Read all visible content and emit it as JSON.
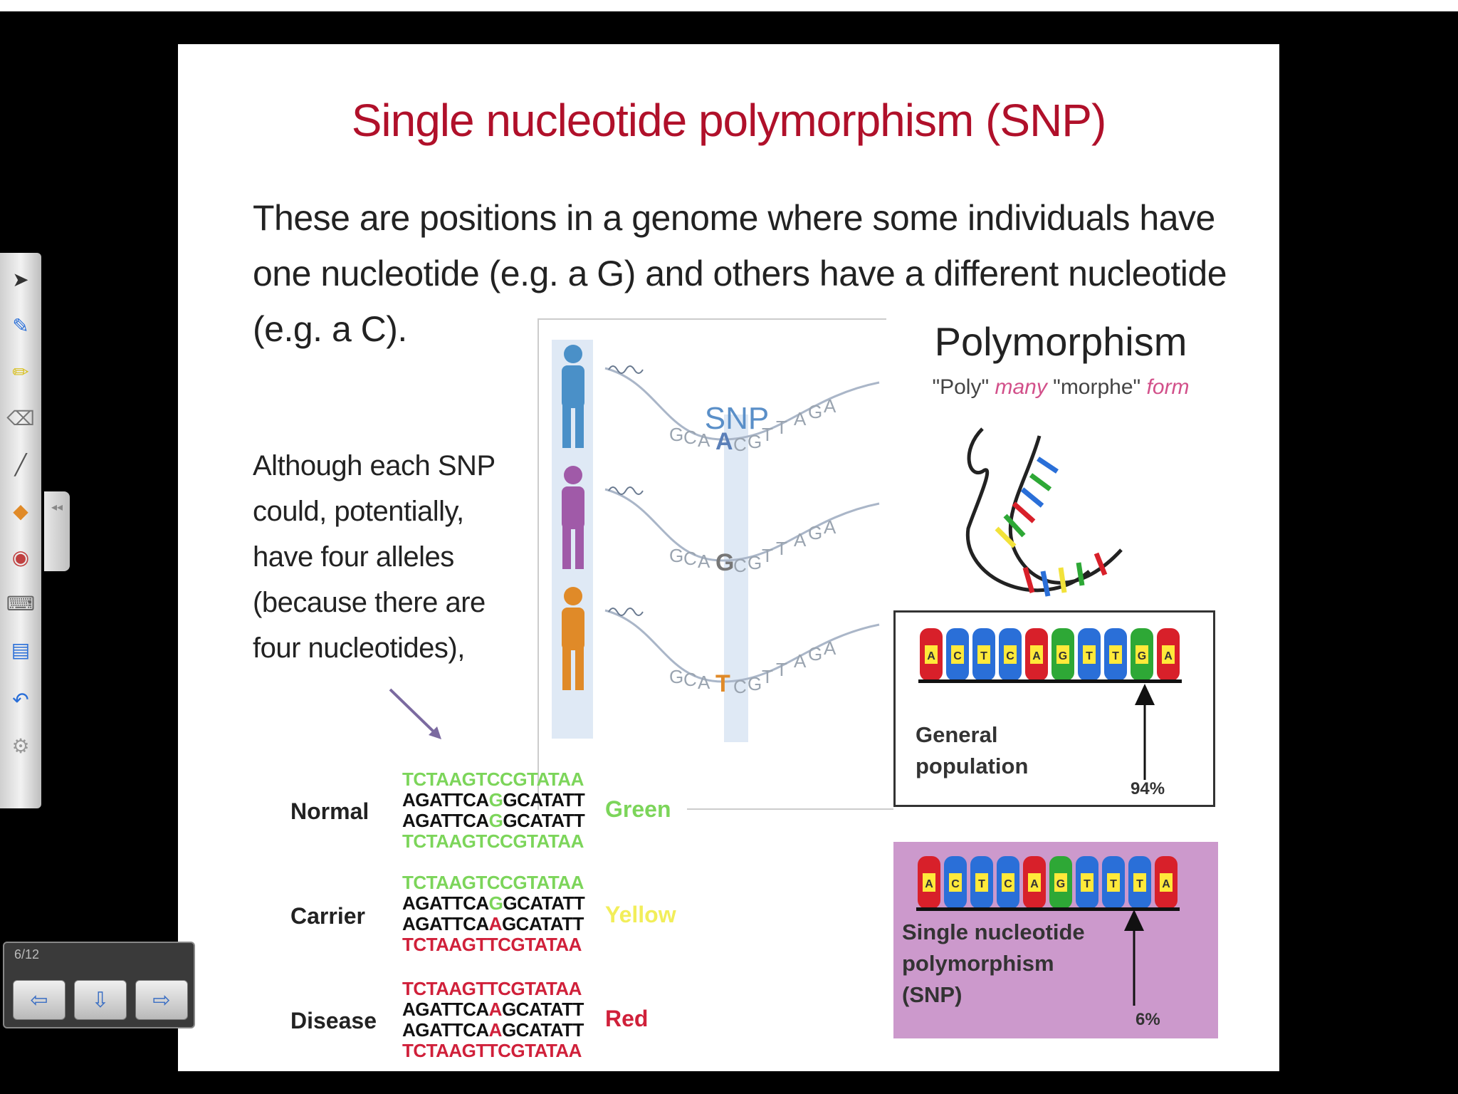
{
  "slide": {
    "title": "Single nucleotide polymorphism (SNP)",
    "intro_lines": [
      "These are positions in a genome where some individuals have",
      "one nucleotide (e.g. a G) and others have a different nucleotide",
      "(e.g. a C)."
    ],
    "although_lines": [
      "Although each SNP",
      "could, potentially,",
      "have four alleles",
      "(because there are",
      "four nucleotides),"
    ]
  },
  "snp_figure": {
    "label": "SNP",
    "sequences": [
      {
        "left": "GCA",
        "snp": "A",
        "right": "CGTTAGA",
        "person_color": "#4a90c8",
        "snp_color": "#5a7fb8"
      },
      {
        "left": "GCA",
        "snp": "G",
        "right": "CGTTAGA",
        "person_color": "#a05aa8",
        "snp_color": "#777777"
      },
      {
        "left": "GCA",
        "snp": "T",
        "right": "CGTTAGA",
        "person_color": "#e08a28",
        "snp_color": "#e08a28"
      }
    ]
  },
  "polymorphism": {
    "title": "Polymorphism",
    "sub_poly": "\"Poly\"",
    "sub_many": "many",
    "sub_morphe": "\"morphe\"",
    "sub_form": "form"
  },
  "general_box": {
    "bases": [
      "A",
      "C",
      "T",
      "C",
      "A",
      "G",
      "T",
      "T",
      "G",
      "A"
    ],
    "label_lines": [
      "General",
      "population"
    ],
    "percent": "94%"
  },
  "snp_box": {
    "bases": [
      "A",
      "C",
      "T",
      "C",
      "A",
      "G",
      "T",
      "T",
      "T",
      "A"
    ],
    "label_lines": [
      "Single nucleotide",
      "polymorphism",
      "(SNP)"
    ],
    "percent": "6%"
  },
  "genotypes": [
    {
      "label": "Normal",
      "color_word": "Green",
      "color_hex": "#7cd55a",
      "seq1": "TCTAAGTCCGTATAA",
      "seq2a": "AGATTCA",
      "seq2b": "G",
      "seq2c": "GCATATT",
      "seq3a": "AGATTCA",
      "seq3b": "G",
      "seq3c": "GCATATT",
      "seq4": "TCTAAGTCCGTATAA"
    },
    {
      "label": "Carrier",
      "color_word": "Yellow",
      "color_hex": "#f2ee5a",
      "seq1": "TCTAAGTCCGTATAA",
      "seq2a": "AGATTCA",
      "seq2b": "G",
      "seq2c": "GCATATT",
      "seq3a": "AGATTCA",
      "seq3b": "A",
      "seq3c": "GCATATT",
      "seq4": "TCTAAGTTCGTATAA"
    },
    {
      "label": "Disease",
      "color_word": "Red",
      "color_hex": "#d0203a",
      "seq1": "TCTAAGTTCGTATAA",
      "seq2a": "AGATTCA",
      "seq2b": "A",
      "seq2c": "GCATATT",
      "seq3a": "AGATTCA",
      "seq3b": "A",
      "seq3c": "GCATATT",
      "seq4": "TCTAAGTTCGTATAA"
    }
  ],
  "pager": {
    "label": "6/12"
  },
  "base_colors": {
    "A": "#d8202a",
    "C": "#2a6fd8",
    "T": "#2a6fd8",
    "G": "#2ea836"
  }
}
